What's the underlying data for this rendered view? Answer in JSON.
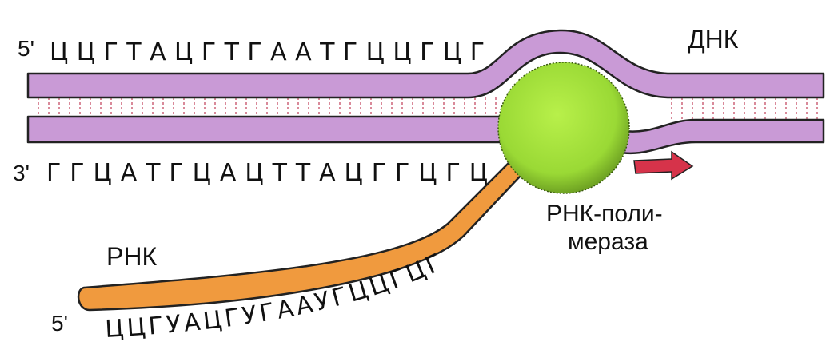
{
  "labels": {
    "dna": "ДНК",
    "rna": "РНК",
    "polymerase_line1": "РНК-поли-",
    "polymerase_line2": "мераза"
  },
  "strands": {
    "top_prime": "5'",
    "top_sequence": "ЦЦГТАЦГТГААТГЦЦГЦГ",
    "bottom_prime": "3'",
    "bottom_sequence": "ГГЦАТГЦАЦТТАЦГГЦГЦ",
    "rna_prime": "5'",
    "rna_sequence": "ЦЦГУАЦГУГААУГЦЦГЦГ"
  },
  "colors": {
    "dna_strand": "#c99ad6",
    "dna_outline": "#222222",
    "base_pairs": "#d98a9a",
    "rna_strand": "#f09a3e",
    "polymerase": "#a6e23a",
    "arrow": "#d6334a"
  },
  "icons": {
    "direction": "right-arrow-icon"
  }
}
